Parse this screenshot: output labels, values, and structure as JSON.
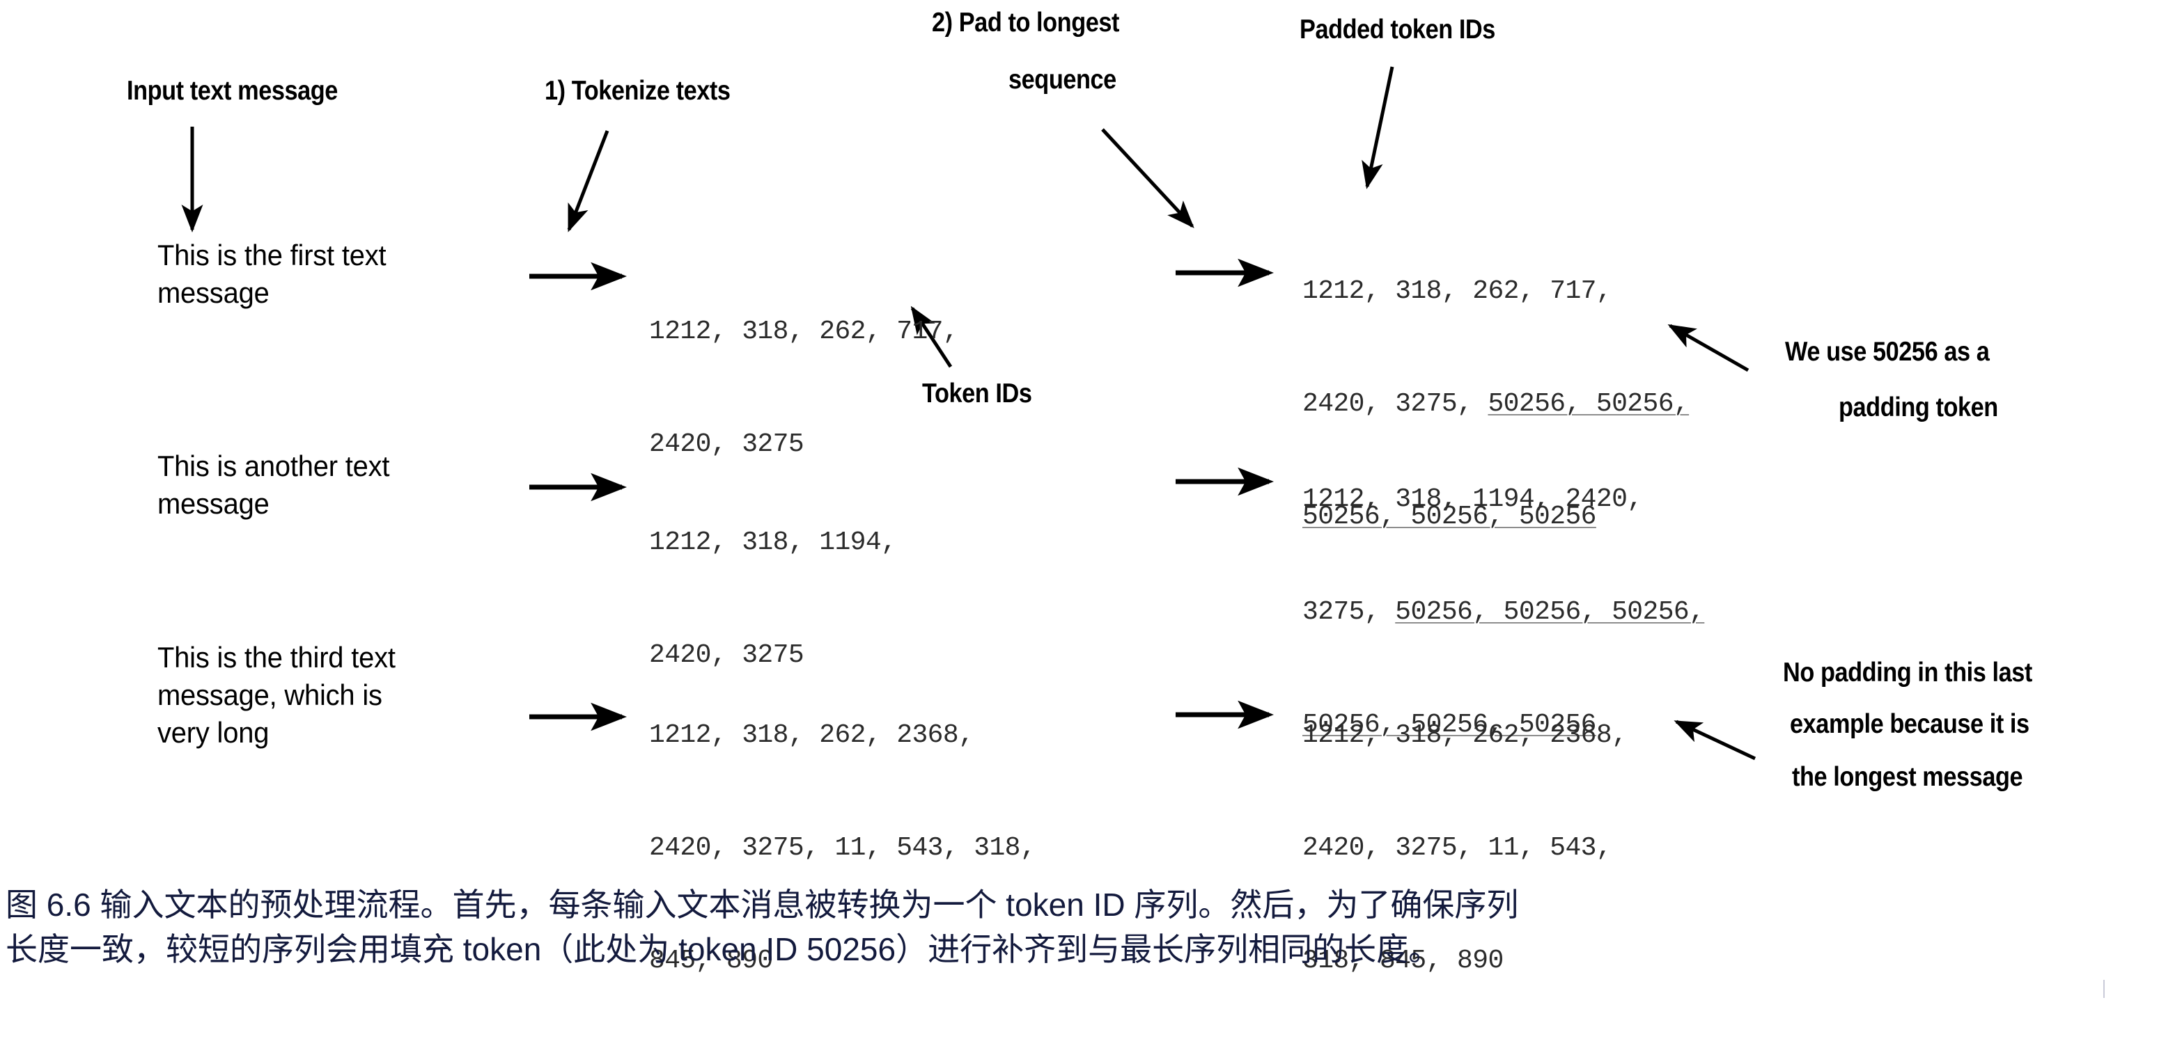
{
  "figure": {
    "headings": {
      "input": "Input text message",
      "step1": "1) Tokenize texts",
      "step2_line1": "2) Pad to longest",
      "step2_line2": "sequence",
      "padded": "Padded token IDs",
      "token_ids": "Token IDs"
    },
    "annotations": {
      "padding_note_line1": "We use 50256 as a",
      "padding_note_line2": "padding token",
      "no_padding_line1": "No padding in this last",
      "no_padding_line2": "example because it is",
      "no_padding_line3": "the longest message"
    },
    "rows": [
      {
        "message_lines": [
          "This is the first text",
          "message"
        ],
        "token_id_lines": [
          "1212, 318, 262, 717,",
          "2420, 3275"
        ],
        "padded_lines": [
          [
            {
              "t": "1212, 318, 262, 717,",
              "pad": false
            }
          ],
          [
            {
              "t": "2420, 3275, ",
              "pad": false
            },
            {
              "t": "50256, 50256,",
              "pad": true
            }
          ],
          [
            {
              "t": "50256, 50256, 50256",
              "pad": true
            }
          ]
        ]
      },
      {
        "message_lines": [
          "This is another text",
          "message"
        ],
        "token_id_lines": [
          "1212, 318, 1194,",
          "2420, 3275"
        ],
        "padded_lines": [
          [
            {
              "t": "1212, 318, 1194, 2420,",
              "pad": false
            }
          ],
          [
            {
              "t": "3275, ",
              "pad": false
            },
            {
              "t": "50256, 50256, 50256,",
              "pad": true
            }
          ],
          [
            {
              "t": "50256, 50256, 50256",
              "pad": true
            }
          ]
        ]
      },
      {
        "message_lines": [
          "This is the third text",
          "message, which is",
          "very long"
        ],
        "token_id_lines": [
          "1212, 318, 262, 2368,",
          "2420, 3275, 11, 543, 318,",
          "845, 890"
        ],
        "padded_lines": [
          [
            {
              "t": "1212, 318, 262, 2368,",
              "pad": false
            }
          ],
          [
            {
              "t": "2420, 3275, 11, 543,",
              "pad": false
            }
          ],
          [
            {
              "t": "318, 845, 890",
              "pad": false
            }
          ]
        ]
      }
    ],
    "caption": {
      "line1": "图 6.6 输入文本的预处理流程。首先，每条输入文本消息被转换为一个 token ID 序列。然后，为了确保序列",
      "line2": "长度一致，较短的序列会用填充 token（此处为 token ID 50256）进行补齐到与最长序列相同的长度。"
    },
    "colors": {
      "ink": "#000000",
      "token_ink": "#2b2b2b",
      "underline": "#8d8d8d",
      "caption": "#131a3d"
    }
  }
}
